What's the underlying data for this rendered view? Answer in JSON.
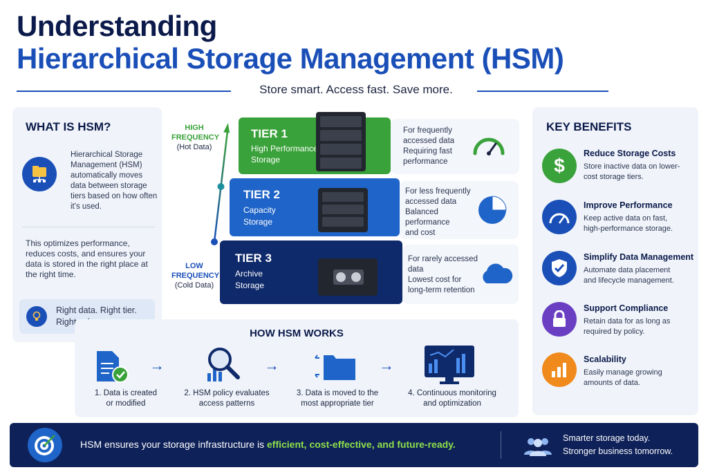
{
  "title": {
    "line1": "Understanding",
    "line2": "Hierarchical Storage Management (HSM)",
    "subtitle": "Store smart. Access fast. Save more."
  },
  "what": {
    "heading": "WHAT IS HSM?",
    "desc": "Hierarchical Storage Management (HSM) automatically moves data between storage tiers based on how often it's used.",
    "note": "This optimizes performance, reduces costs, and ensures your data is stored in the right place at the right time.",
    "callout_line1": "Right data. Right tier.",
    "callout_line2": "Right value."
  },
  "frequency": {
    "high_line1": "HIGH",
    "high_line2": "FREQUENCY",
    "high_note": "(Hot Data)",
    "low_line1": "LOW",
    "low_line2": "FREQUENCY",
    "low_note": "(Cold Data)"
  },
  "tiers": [
    {
      "name": "TIER 1",
      "line1": "High Performance",
      "line2": "Storage",
      "desc1": "For frequently",
      "desc2": "accessed data",
      "desc3": "Requiring fast",
      "desc4": "performance",
      "color": "#3aa23a"
    },
    {
      "name": "TIER 2",
      "line1": "Capacity",
      "line2": "Storage",
      "desc1": "For less frequently",
      "desc2": "accessed data",
      "desc3": "Balanced",
      "desc4": "performance",
      "desc5": "and cost",
      "color": "#1f64c8"
    },
    {
      "name": "TIER 3",
      "line1": "Archive",
      "line2": "Storage",
      "desc1": "For rarely accessed",
      "desc2": "data",
      "desc3": "Lowest cost for",
      "desc4": "long-term retention",
      "color": "#0f2a6b"
    }
  ],
  "how": {
    "heading": "HOW HSM WORKS",
    "steps": [
      {
        "line1": "1. Data is created",
        "line2": "or modified",
        "icon": "document-check-icon"
      },
      {
        "line1": "2. HSM policy evaluates",
        "line2": "access patterns",
        "icon": "magnifier-chart-icon"
      },
      {
        "line1": "3. Data is moved to the",
        "line2": "most appropriate tier",
        "icon": "folder-move-icon"
      },
      {
        "line1": "4. Continuous monitoring",
        "line2": "and optimization",
        "icon": "monitor-dashboard-icon"
      }
    ]
  },
  "benefits": {
    "heading": "KEY BENEFITS",
    "items": [
      {
        "title": "Reduce Storage Costs",
        "line1": "Store inactive data on lower-",
        "line2": "cost storage tiers.",
        "color": "#3aa23a",
        "icon": "dollar-icon"
      },
      {
        "title": "Improve Performance",
        "line1": "Keep active data on fast,",
        "line2": "high-performance storage.",
        "color": "#1a4fb8",
        "icon": "speedometer-icon"
      },
      {
        "title": "Simplify Data Management",
        "line1": "Automate data placement",
        "line2": "and lifecycle management.",
        "color": "#1a4fb8",
        "icon": "shield-check-icon"
      },
      {
        "title": "Support Compliance",
        "line1": "Retain data for as long as",
        "line2": "required by policy.",
        "color": "#6a3fc2",
        "icon": "lock-icon"
      },
      {
        "title": "Scalability",
        "line1": "Easily manage growing",
        "line2": "amounts of data.",
        "color": "#f08a1c",
        "icon": "bar-chart-icon"
      }
    ]
  },
  "footer": {
    "text_pre": "HSM ensures your storage infrastructure is ",
    "text_highlight": "efficient, cost-effective, and future-ready.",
    "right_line1": "Smarter storage today.",
    "right_line2": "Stronger business tomorrow.",
    "highlight_color": "#8fe04a"
  }
}
